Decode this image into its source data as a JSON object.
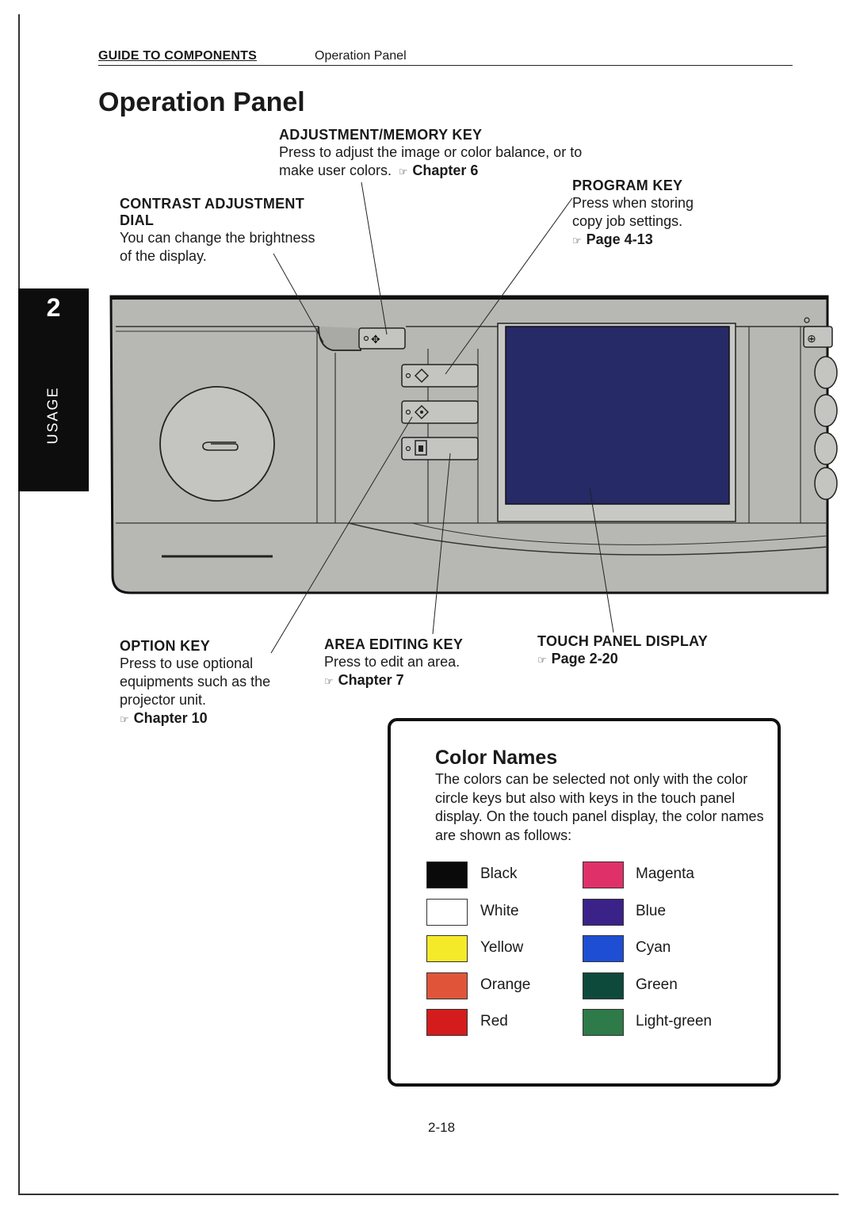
{
  "header": {
    "section": "GUIDE TO COMPONENTS",
    "subsection": "Operation Panel"
  },
  "title": "Operation Panel",
  "side_tab": {
    "number": "2",
    "label": "USAGE"
  },
  "callouts": {
    "adjustment": {
      "heading": "ADJUSTMENT/MEMORY KEY",
      "line1": "Press to adjust the image or color balance, or to",
      "line2": "make user colors.",
      "ref": "Chapter 6"
    },
    "program": {
      "heading": "PROGRAM KEY",
      "line1": "Press when storing",
      "line2": "copy job settings.",
      "ref": "Page 4-13"
    },
    "contrast": {
      "heading1": "CONTRAST ADJUSTMENT",
      "heading2": "DIAL",
      "line1": "You can change the brightness",
      "line2": "of the display."
    },
    "option": {
      "heading": "OPTION KEY",
      "line1": "Press to use optional",
      "line2": "equipments such as the",
      "line3": "projector unit.",
      "ref": "Chapter 10"
    },
    "area": {
      "heading": "AREA EDITING KEY",
      "line1": "Press to edit an area.",
      "ref": "Chapter 7"
    },
    "touch": {
      "heading": "TOUCH PANEL DISPLAY",
      "ref": "Page 2-20"
    }
  },
  "color_names": {
    "title": "Color Names",
    "text": "The colors can be selected not only with the color circle keys but also with keys in the touch panel display.  On the touch panel display, the color names are shown as follows:",
    "left": [
      {
        "name": "Black",
        "color": "#0a0a0a"
      },
      {
        "name": "White",
        "color": "#ffffff"
      },
      {
        "name": "Yellow",
        "color": "#f5ea2a"
      },
      {
        "name": "Orange",
        "color": "#e0553a"
      },
      {
        "name": "Red",
        "color": "#d41c1c"
      }
    ],
    "right": [
      {
        "name": "Magenta",
        "color": "#e0306a"
      },
      {
        "name": "Blue",
        "color": "#3a2288"
      },
      {
        "name": "Cyan",
        "color": "#1e4ed4"
      },
      {
        "name": "Green",
        "color": "#0e4a3c"
      },
      {
        "name": "Light-green",
        "color": "#2e7a48"
      }
    ]
  },
  "page_number": "2-18",
  "colors": {
    "panel": "#b7b7b4",
    "screen": "#262a66"
  }
}
